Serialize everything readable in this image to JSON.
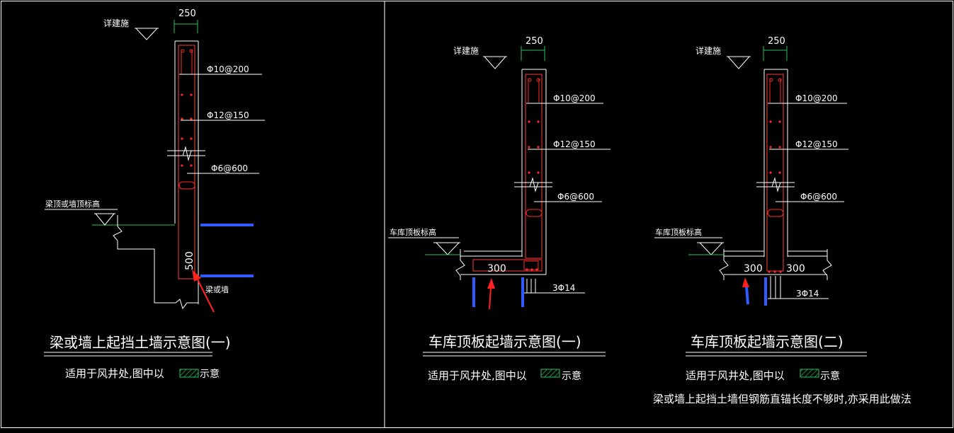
{
  "colors": {
    "background": "#000000",
    "line": "#ffffff",
    "wall_outline": "#ff3b3b",
    "rebar": "#ff2a2a",
    "blue_bar": "#2f5bff",
    "green_hatch": "#22c55e",
    "arrow": "#ff2020"
  },
  "icons": {
    "arrow": "red-arrow-icon",
    "elevation": "elevation-triangle-icon",
    "hatch": "hatch-legend-icon"
  },
  "diagram1": {
    "dim_top": "250",
    "label_top": "详建施",
    "rebar1": "Φ10@200",
    "rebar2": "Φ12@150",
    "rebar3": "Φ6@600",
    "label_left": "梁顶或墙顶标高",
    "dim_side": "500",
    "label_bottom": "梁或墙",
    "title": "梁或墙上起挡土墙示意图(一)",
    "note": "适用于风井处,图中以",
    "hatch_label": "示意"
  },
  "diagram2": {
    "dim_top": "250",
    "label_top": "详建施",
    "rebar1": "Φ10@200",
    "rebar2": "Φ12@150",
    "rebar3": "Φ6@600",
    "label_left": "车库顶板标高",
    "dim_300": "300",
    "rebar_bottom": "3Φ14",
    "title": "车库顶板起墙示意图(一)",
    "note": "适用于风井处,图中以",
    "hatch_label": "示意"
  },
  "diagram3": {
    "dim_top": "250",
    "label_top": "详建施",
    "rebar1": "Φ10@200",
    "rebar2": "Φ12@150",
    "rebar3": "Φ6@600",
    "label_left": "车库顶板标高",
    "dim_300a": "300",
    "dim_300b": "300",
    "rebar_bottom": "3Φ14",
    "title": "车库顶板起墙示意图(二)",
    "note": "适用于风井处,图中以",
    "hatch_label": "示意",
    "note2": "梁或墙上起挡土墙但钢筋直锚长度不够时,亦采用此做法"
  }
}
